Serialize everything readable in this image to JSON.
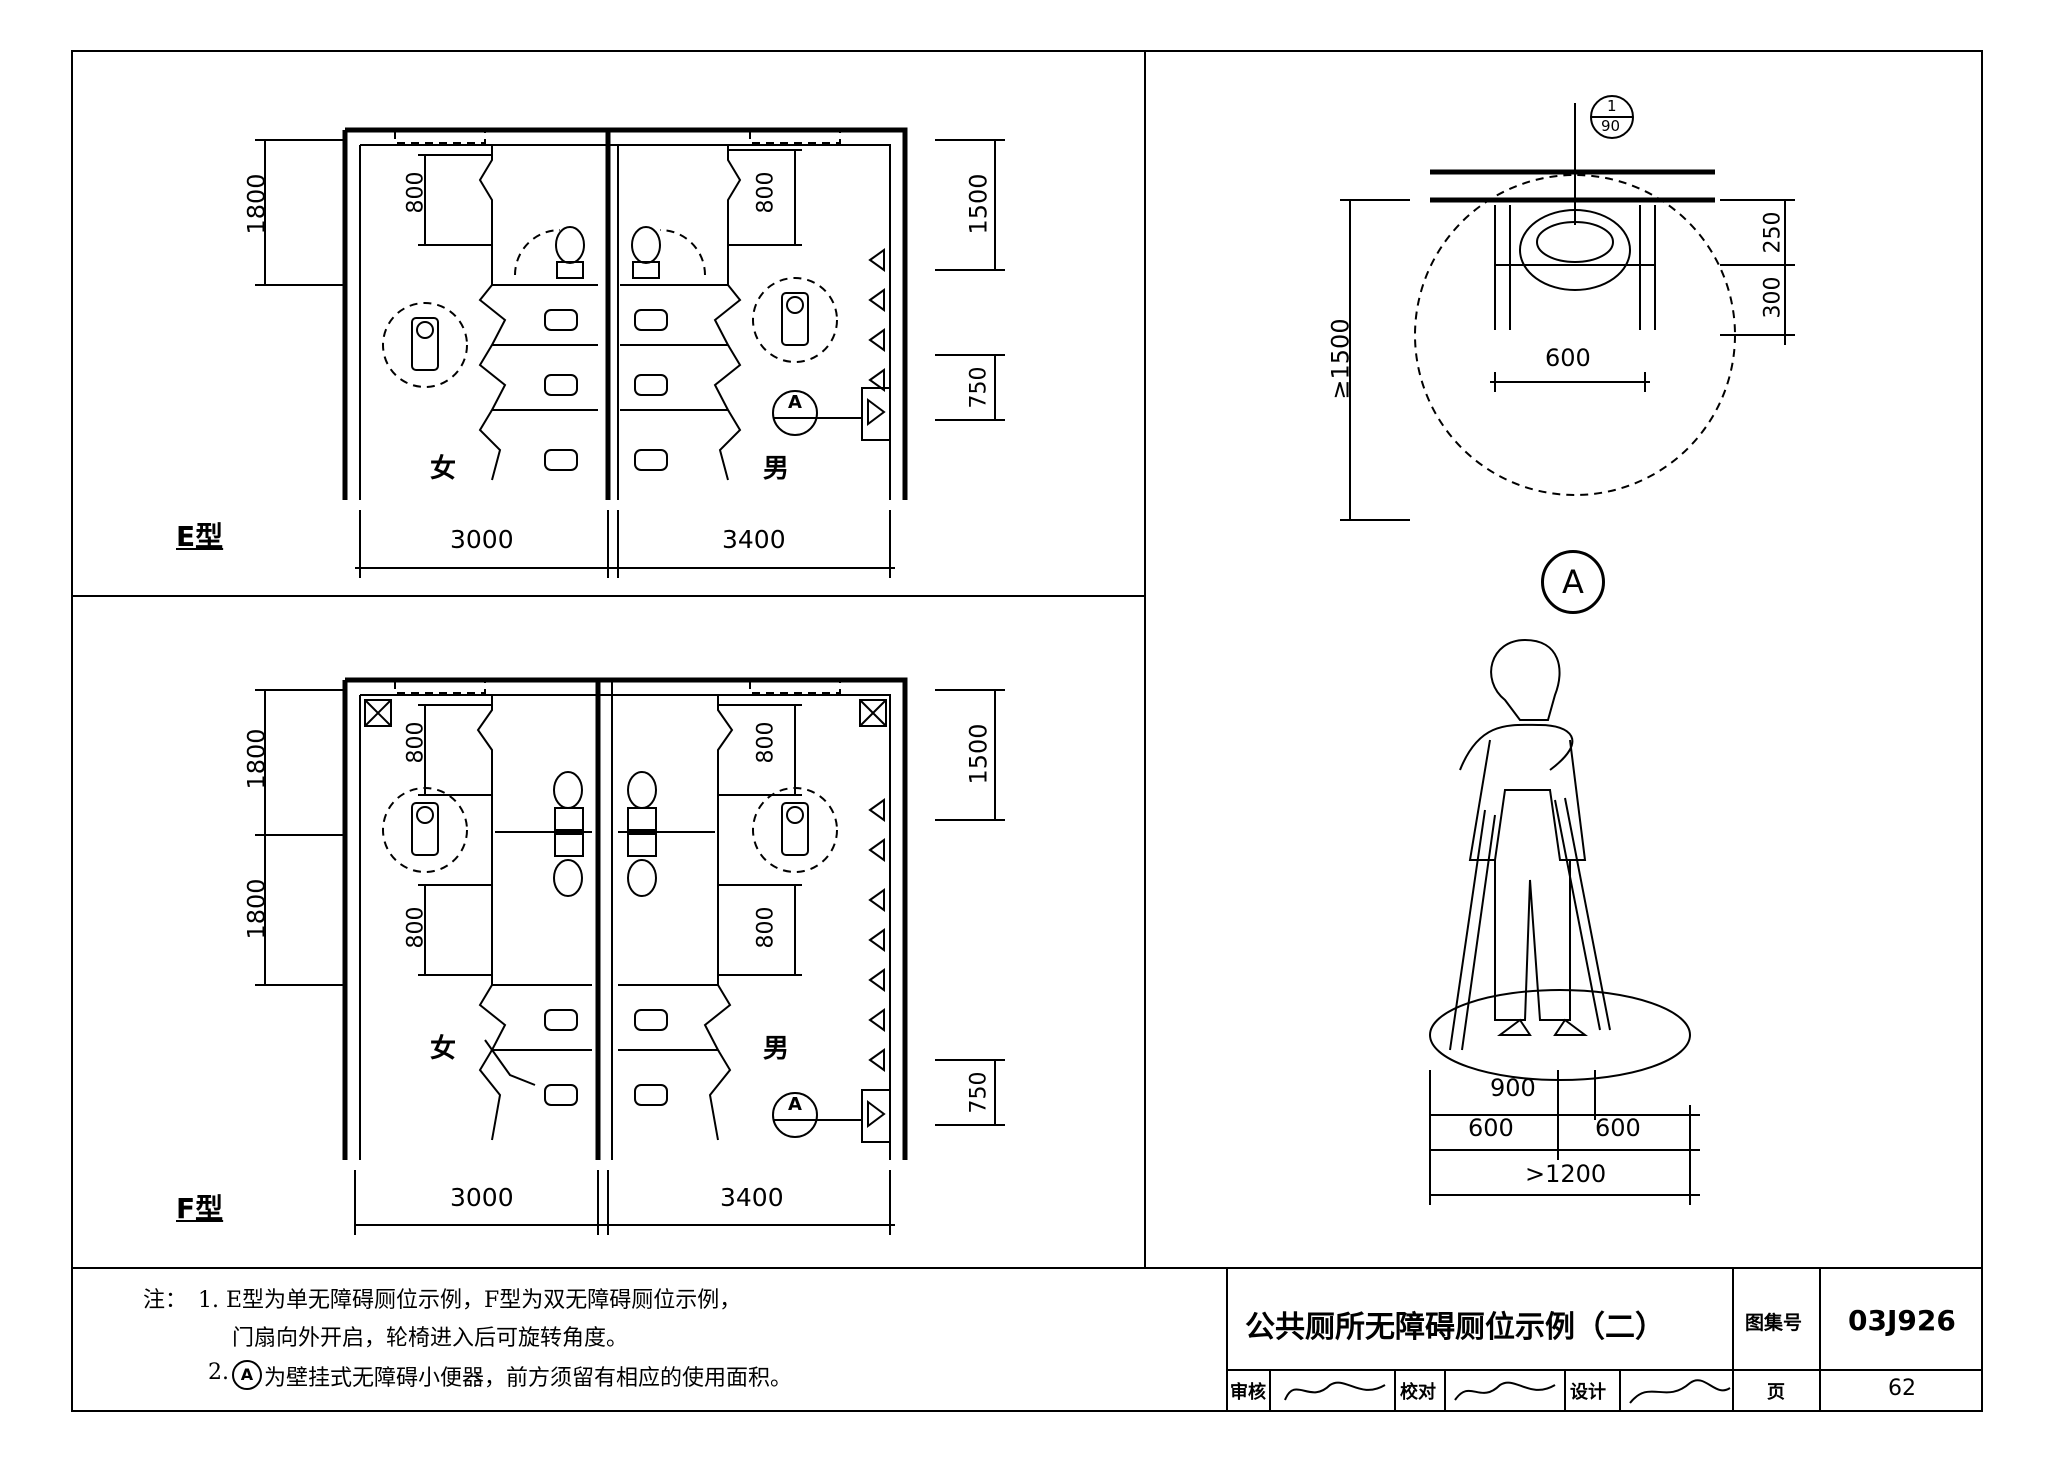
{
  "drawing": {
    "panel_e": {
      "type_label": "E型",
      "left_label": "女",
      "right_label": "男",
      "dims": {
        "left_height": "1800",
        "stall_depth_left": "800",
        "stall_depth_right": "800",
        "right_top": "1500",
        "right_bottom": "750",
        "width_left": "3000",
        "width_right": "3400"
      },
      "urinal_callout": "A"
    },
    "panel_f": {
      "type_label": "F型",
      "left_label": "女",
      "right_label": "男",
      "dims": {
        "left_top": "1800",
        "left_bottom": "1800",
        "stall_depth_tl": "800",
        "stall_depth_tr": "800",
        "stall_depth_bl": "800",
        "stall_depth_br": "800",
        "right_top": "1500",
        "right_bottom": "750",
        "width_left": "3000",
        "width_right": "3400"
      },
      "urinal_callout": "A"
    },
    "detail_a": {
      "section_ref_top": "1",
      "section_ref_bottom": "90",
      "dim_250": "250",
      "dim_300": "300",
      "dim_width": "600",
      "dim_height": "≥1500",
      "label": "A"
    },
    "crutch_figure": {
      "dim_900": "900",
      "dim_600_left": "600",
      "dim_600_right": "600",
      "dim_total": ">1200"
    }
  },
  "notes": {
    "prefix": "注：",
    "line1": "1. E型为单无障碍厕位示例，F型为双无障碍厕位示例，",
    "line2": "门扇向外开启，轮椅进入后可旋转角度。",
    "line3_num": "2.",
    "line3_circ": "A",
    "line3_text": "为壁挂式无障碍小便器，前方须留有相应的使用面积。"
  },
  "title_block": {
    "title": "公共厕所无障碍厕位示例（二）",
    "atlas_label": "图集号",
    "atlas_value": "03J926",
    "review_label": "审核",
    "check_label": "校对",
    "design_label": "设计",
    "page_label": "页",
    "page_value": "62"
  }
}
